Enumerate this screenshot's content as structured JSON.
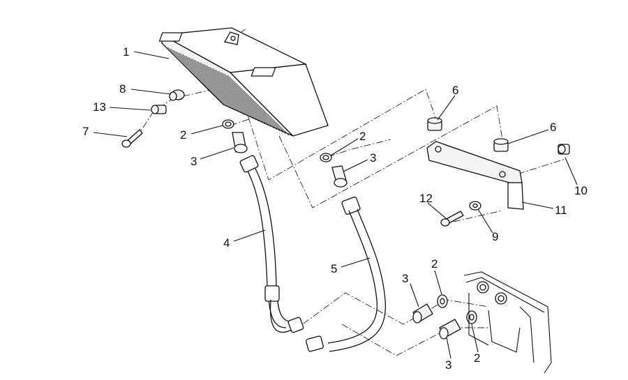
{
  "diagram": {
    "callouts": [
      {
        "id": "c1",
        "text": "1"
      },
      {
        "id": "c8",
        "text": "8"
      },
      {
        "id": "c13",
        "text": "13"
      },
      {
        "id": "c7",
        "text": "7"
      },
      {
        "id": "c2a",
        "text": "2"
      },
      {
        "id": "c3a",
        "text": "3"
      },
      {
        "id": "c4",
        "text": "4"
      },
      {
        "id": "c2b",
        "text": "2"
      },
      {
        "id": "c3b",
        "text": "3"
      },
      {
        "id": "c5",
        "text": "5"
      },
      {
        "id": "c6a",
        "text": "6"
      },
      {
        "id": "c6b",
        "text": "6"
      },
      {
        "id": "c10",
        "text": "10"
      },
      {
        "id": "c11",
        "text": "11"
      },
      {
        "id": "c12",
        "text": "12"
      },
      {
        "id": "c9",
        "text": "9"
      },
      {
        "id": "c2c",
        "text": "2"
      },
      {
        "id": "c3c",
        "text": "3"
      },
      {
        "id": "c3d",
        "text": "3"
      },
      {
        "id": "c2d",
        "text": "2"
      }
    ]
  }
}
